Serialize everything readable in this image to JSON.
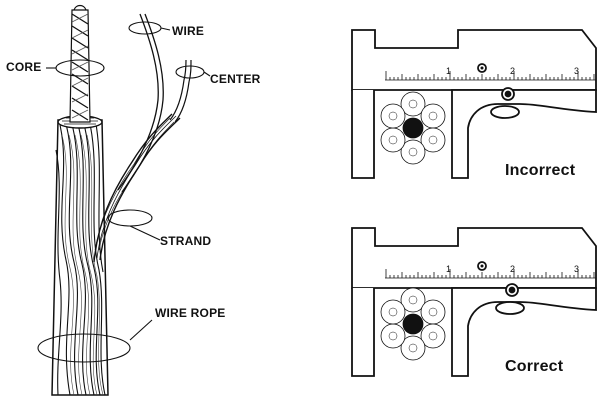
{
  "rope_diagram": {
    "labels": {
      "core": "CORE",
      "wire": "WIRE",
      "center": "CENTER",
      "strand": "STRAND",
      "wire_rope": "WIRE ROPE"
    }
  },
  "caliper_panels": [
    {
      "caption": "Incorrect",
      "scale_numbers": [
        "1",
        "2",
        "3"
      ]
    },
    {
      "caption": "Correct",
      "scale_numbers": [
        "1",
        "2",
        "3"
      ]
    }
  ]
}
